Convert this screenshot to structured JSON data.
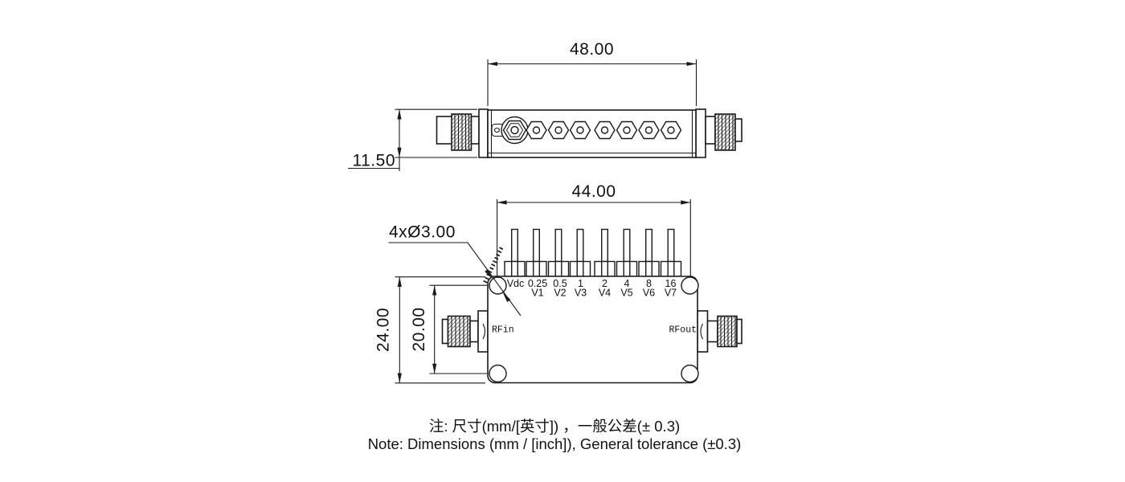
{
  "top_view": {
    "width_dim": "48.00",
    "height_dim": "11.50"
  },
  "front_view": {
    "hole_span_dim": "44.00",
    "body_height_dim": "24.00",
    "hole_spacing_dim": "20.00",
    "hole_callout": "4xØ3.00",
    "vdc_label": "Vdc",
    "rf_in_label": "RFin",
    "rf_out_label": "RFout",
    "pins": [
      {
        "value": "0.25",
        "port": "V1"
      },
      {
        "value": "0.5",
        "port": "V2"
      },
      {
        "value": "1",
        "port": "V3"
      },
      {
        "value": "2",
        "port": "V4"
      },
      {
        "value": "4",
        "port": "V5"
      },
      {
        "value": "8",
        "port": "V6"
      },
      {
        "value": "16",
        "port": "V7"
      }
    ]
  },
  "notes": {
    "line_cn": "注: 尺寸(mm/[英寸]) ，一般公差(± 0.3)",
    "line_en": "Note: Dimensions (mm / [inch]), General tolerance (±0.3)"
  },
  "colors": {
    "line": "#1a1a1a",
    "background": "#ffffff"
  }
}
